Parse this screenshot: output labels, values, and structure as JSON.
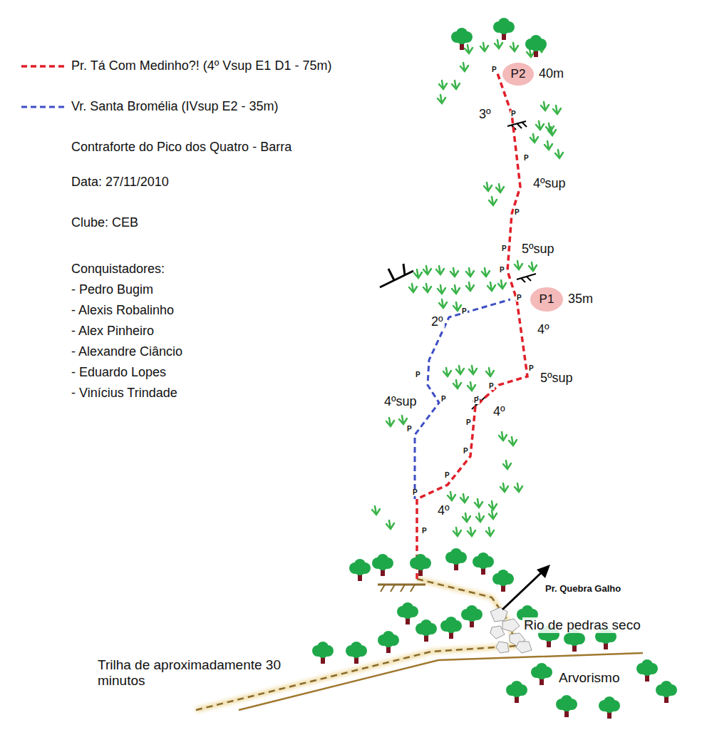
{
  "diagram": {
    "title": "Contraforte do Pico dos Quatro - Barra",
    "nodes": [
      {
        "text": [
          "P2"
        ]
      },
      {
        "text": [
          "P1"
        ]
      }
    ],
    "labels": [
      "Data: 27/11/2010",
      "Clube: CEB",
      "Conquistadores:",
      "- Pedro Bugim",
      "- Alexis Robalinho",
      "- Alex Pinheiro",
      "- Alexandre Ciâncio",
      "- Eduardo Lopes",
      "- Vinícius Trindade",
      "40m",
      "35m",
      "3º",
      "4ºsup",
      "5ºsup",
      "2º",
      "4º",
      "5ºsup",
      "4ºsup",
      "4º",
      "4º",
      "P",
      "P",
      "P",
      "P",
      "P",
      "P",
      "P",
      "P",
      "P",
      "P",
      "P",
      "P",
      "P",
      "P",
      "P",
      "P",
      "P",
      "P",
      "P",
      "Pr. Quebra Galho",
      "Rio de pedras seco",
      "Trilha de aproximadamente 30 minutos",
      "Arvorismo"
    ],
    "legend": [
      {
        "text": "Pr. Tá Com Medinho?! (4º Vsup E1 D1 - 75m)"
      },
      {
        "text": "Vr. Santa Bromélia (IVsup E2 - 35m)"
      }
    ]
  }
}
